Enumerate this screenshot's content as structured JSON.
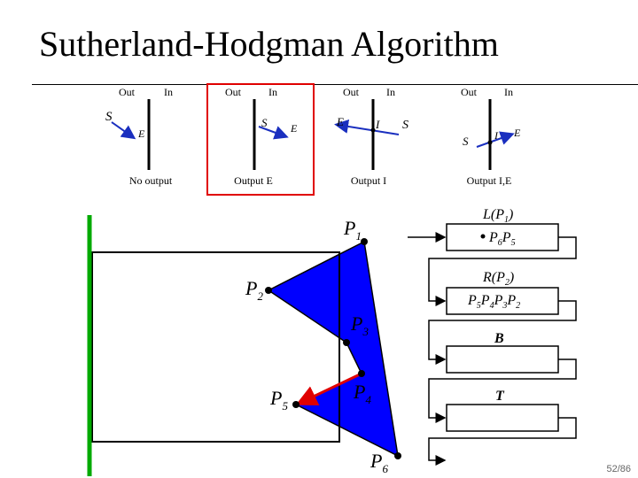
{
  "title": "Sutherland-Hodgman Algorithm",
  "page_number": "52/86",
  "cases": [
    {
      "out_label": "Out",
      "in_label": "In",
      "caption": "No output",
      "highlighted": false
    },
    {
      "out_label": "Out",
      "in_label": "In",
      "caption": "Output E",
      "highlighted": true
    },
    {
      "out_label": "Out",
      "in_label": "In",
      "caption": "Output I",
      "highlighted": false
    },
    {
      "out_label": "Out",
      "in_label": "In",
      "caption": "Output I,E",
      "highlighted": false
    }
  ],
  "case_letters": {
    "s": "S",
    "e": "E",
    "i": "I"
  },
  "polygon": {
    "fill_color": "#0000ff",
    "vertices": [
      {
        "label": "P",
        "sub": "1"
      },
      {
        "label": "P",
        "sub": "2"
      },
      {
        "label": "P",
        "sub": "3"
      },
      {
        "label": "P",
        "sub": "4"
      },
      {
        "label": "P",
        "sub": "5"
      },
      {
        "label": "P",
        "sub": "6"
      }
    ]
  },
  "clip_edge_color": "#00aa00",
  "highlight_color": "#e00000",
  "pipeline": [
    {
      "header_main": "L",
      "header_arg": "P",
      "header_sub": "1",
      "content": [
        {
          "t": "P",
          "s": "6"
        },
        {
          "t": "P",
          "s": "5"
        }
      ],
      "bullet": true
    },
    {
      "header_main": "R",
      "header_arg": "P",
      "header_sub": "2",
      "content": [
        {
          "t": "P",
          "s": "5"
        },
        {
          "t": "P",
          "s": "4"
        },
        {
          "t": "P",
          "s": "3"
        },
        {
          "t": "P",
          "s": "2"
        }
      ],
      "bullet": false
    },
    {
      "header_main": "B",
      "header_arg": "",
      "header_sub": "",
      "content": [],
      "bullet": false
    },
    {
      "header_main": "T",
      "header_arg": "",
      "header_sub": "",
      "content": [],
      "bullet": false
    }
  ]
}
